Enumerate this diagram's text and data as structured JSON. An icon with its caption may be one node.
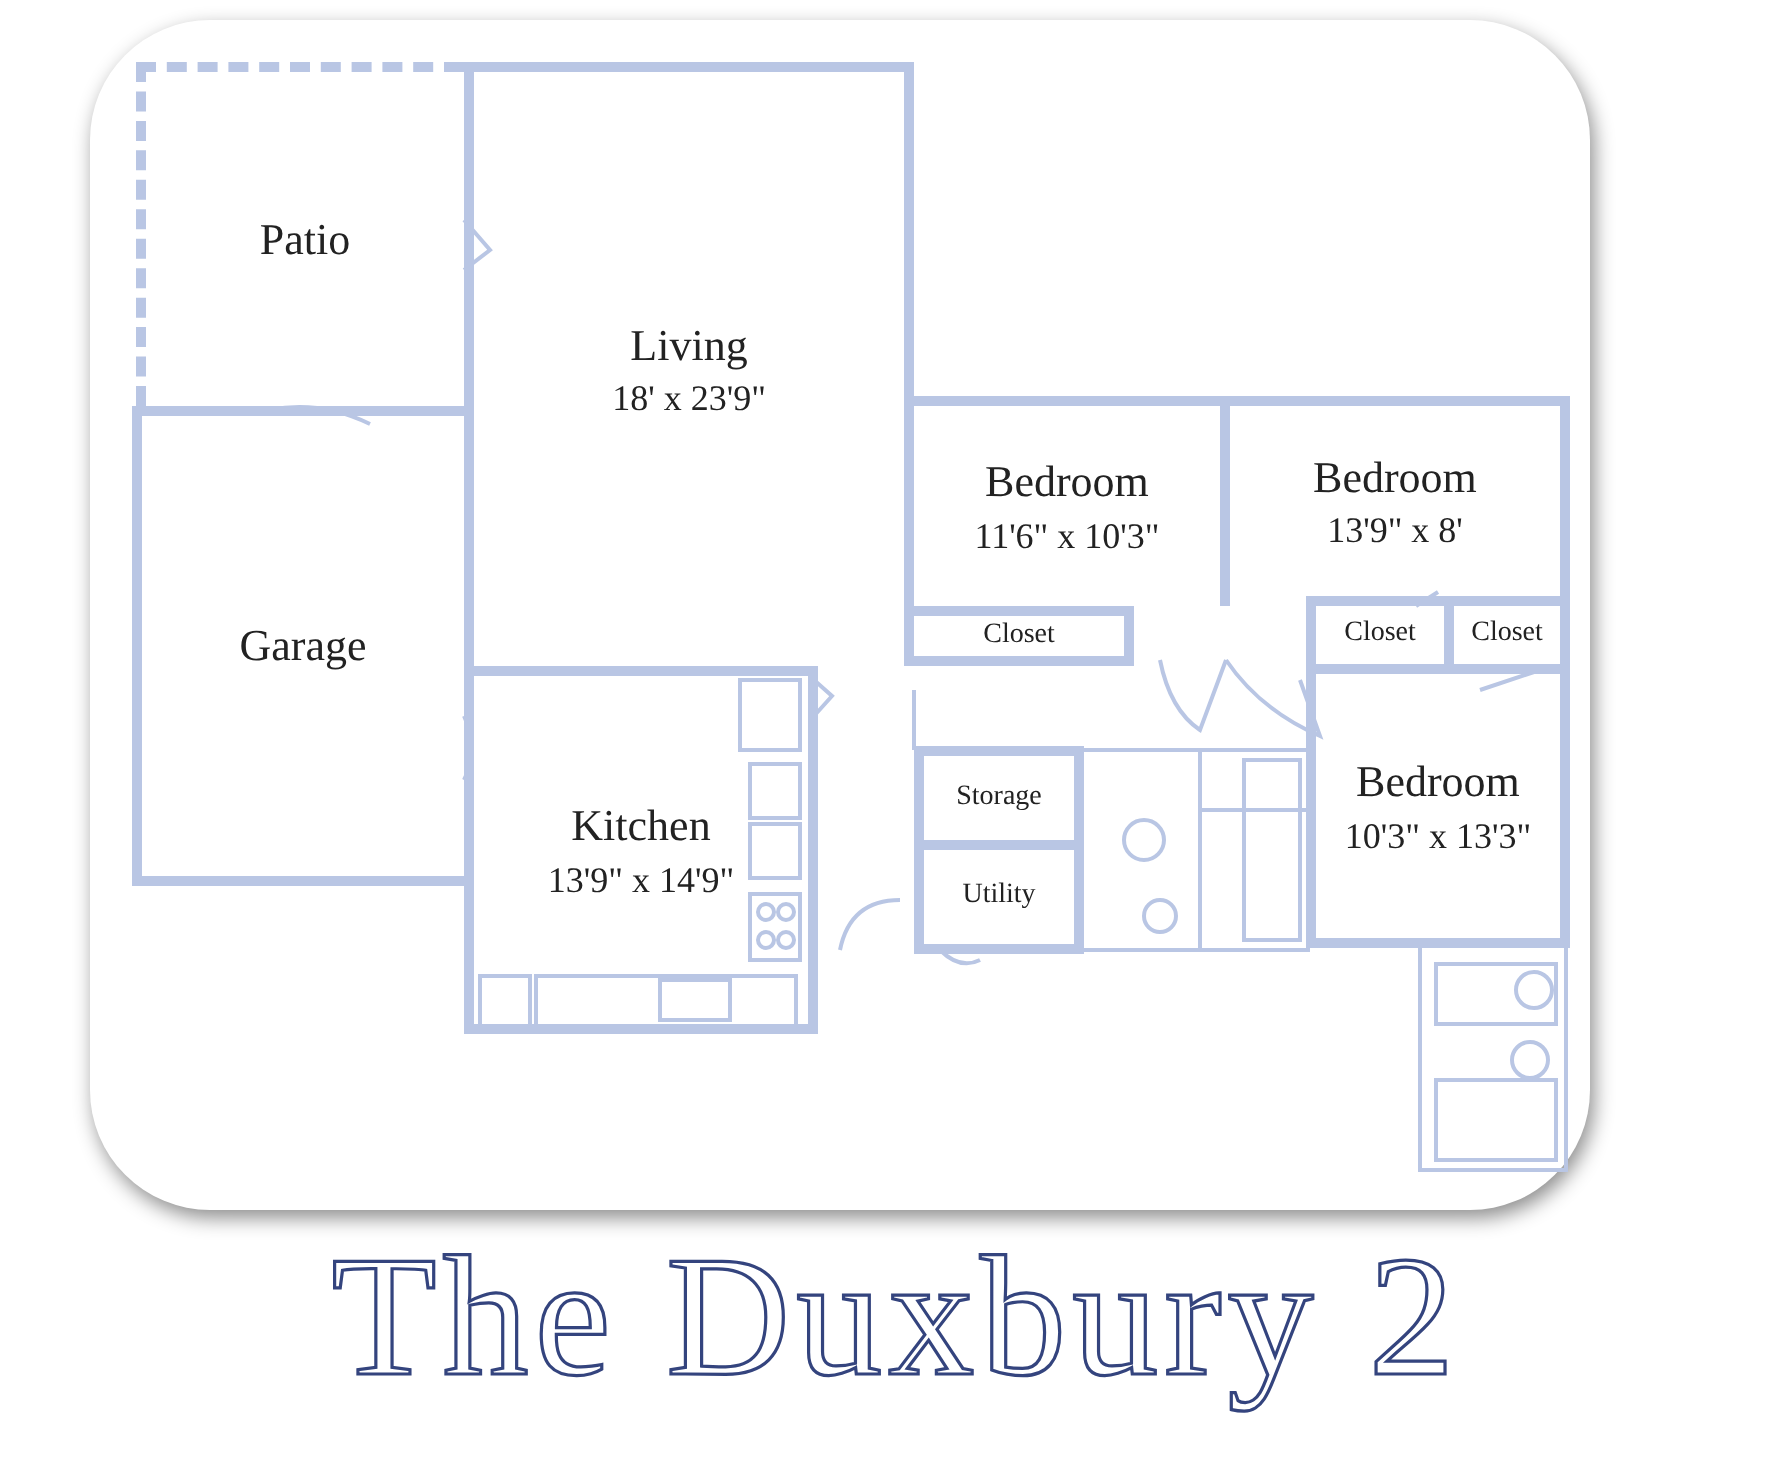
{
  "diagram": {
    "title": "The Duxbury 2",
    "nodes": [
      {
        "text": [
          "Patio"
        ]
      },
      {
        "text": [
          "Living",
          "18' x 23'9\""
        ]
      },
      {
        "text": [
          "Garage"
        ]
      },
      {
        "text": [
          "Bedroom",
          "11'6\" x 10'3\""
        ]
      },
      {
        "text": [
          "Bedroom",
          "13'9\" x 8'"
        ]
      },
      {
        "text": [
          "Closet"
        ]
      },
      {
        "text": [
          "Closet"
        ]
      },
      {
        "text": [
          "Closet"
        ]
      },
      {
        "text": [
          "Kitchen",
          "13'9\" x 14'9\""
        ]
      },
      {
        "text": [
          "Storage"
        ]
      },
      {
        "text": [
          "Bedroom",
          "10'3\" x 13'3\""
        ]
      },
      {
        "text": [
          "Utility"
        ]
      }
    ]
  }
}
